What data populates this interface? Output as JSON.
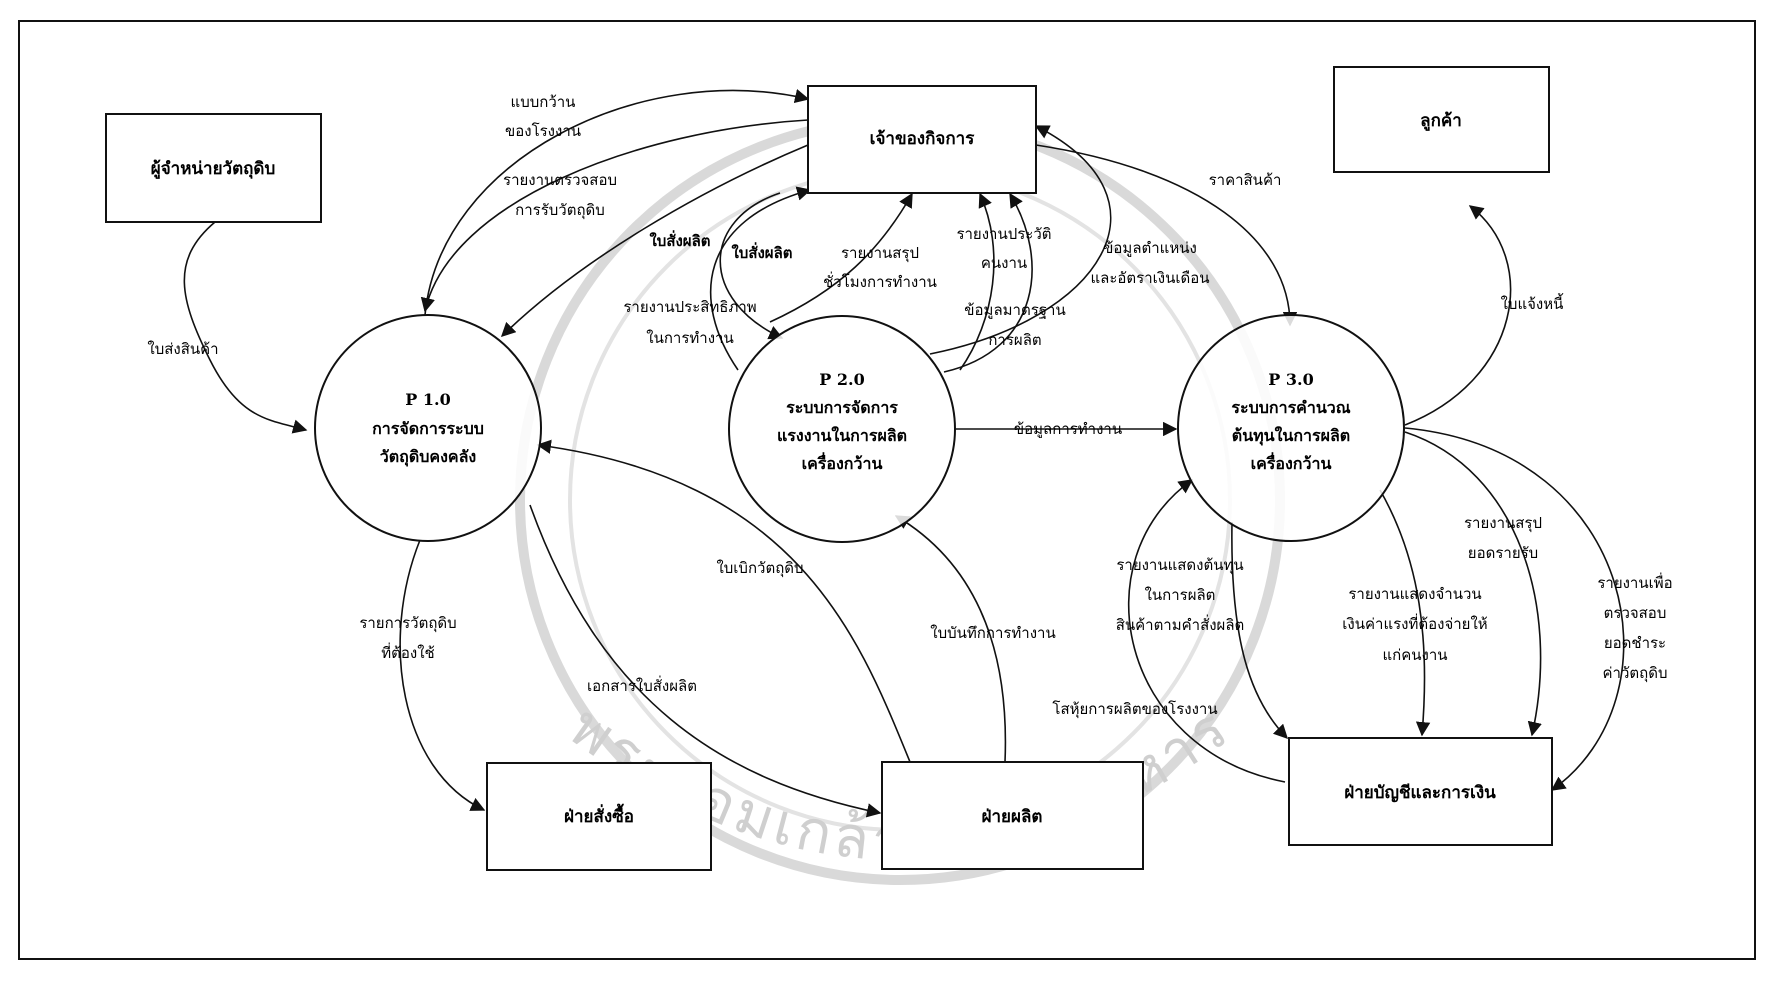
{
  "entities": {
    "supplier": "ผู้จำหน่ายวัตถุดิบ",
    "owner": "เจ้าของกิจการ",
    "customer": "ลูกค้า",
    "purchasing": "ฝ่ายสั่งซื้อ",
    "production": "ฝ่ายผลิต",
    "accounting": "ฝ่ายบัญชีและการเงิน"
  },
  "processes": {
    "p1": {
      "id": "P 1.0",
      "name": [
        "การจัดการระบบ",
        "วัตถุดิบคงคลัง"
      ]
    },
    "p2": {
      "id": "P 2.0",
      "name": [
        "ระบบการจัดการ",
        "แรงงานในการผลิต",
        "เครื่องกว้าน"
      ]
    },
    "p3": {
      "id": "P 3.0",
      "name": [
        "ระบบการคำนวณ",
        "ต้นทุนในการผลิต",
        "เครื่องกว้าน"
      ]
    }
  },
  "flows": {
    "delivery_note": "ใบส่งสินค้า",
    "winch_form": [
      "แบบกว้าน",
      "ของโรงงาน"
    ],
    "receive_report": [
      "รายงานตรวจสอบ",
      "การรับวัตถุดิบ"
    ],
    "order_to_p1": "ใบสั่งผลิต",
    "order_to_p2": "ใบสั่งผลิต",
    "hours_report": [
      "รายงานสรุป",
      "ชั่วโมงการทำงาน"
    ],
    "employee_history": [
      "รายงานประวัติ",
      "คนงาน"
    ],
    "position_salary": [
      "ข้อมูลตำแหน่ง",
      "และอัตราเงินเดือน"
    ],
    "efficiency_report": [
      "รายงานประสิทธิภาพ",
      "ในการทำงาน"
    ],
    "production_standard": [
      "ข้อมูลมาตรฐาน",
      "การผลิต"
    ],
    "product_price": "ราคาสินค้า",
    "invoice": "ใบแจ้งหนี้",
    "work_data": "ข้อมูลการทำงาน",
    "materials_needed": [
      "รายการวัตถุดิบ",
      "ที่ต้องใช้"
    ],
    "order_document": "เอกสารใบสั่งผลิต",
    "requisition": "ใบเบิกวัตถุดิบ",
    "work_record": "ใบบันทึกการทำงาน",
    "cost_report": [
      "รายงานแสดงต้นทุน",
      "ในการผลิต",
      "สินค้าตามคำสั่งผลิต"
    ],
    "wage_report": [
      "รายงานแสดงจำนวน",
      "เงินค่าแรงที่ต้องจ่ายให้",
      "แก่คนงาน"
    ],
    "revenue_report": [
      "รายงานสรุป",
      "ยอดรายรับ"
    ],
    "audit_report": [
      "รายงานเพื่อ",
      "ตรวจสอบ",
      "ยอดชำระ",
      "ค่าวัตถุดิบ"
    ],
    "overhead": "โสหุ้ยการผลิตของโรงงาน"
  },
  "watermark": "พระจอมเกล้าเจ้าคุณทหาร"
}
